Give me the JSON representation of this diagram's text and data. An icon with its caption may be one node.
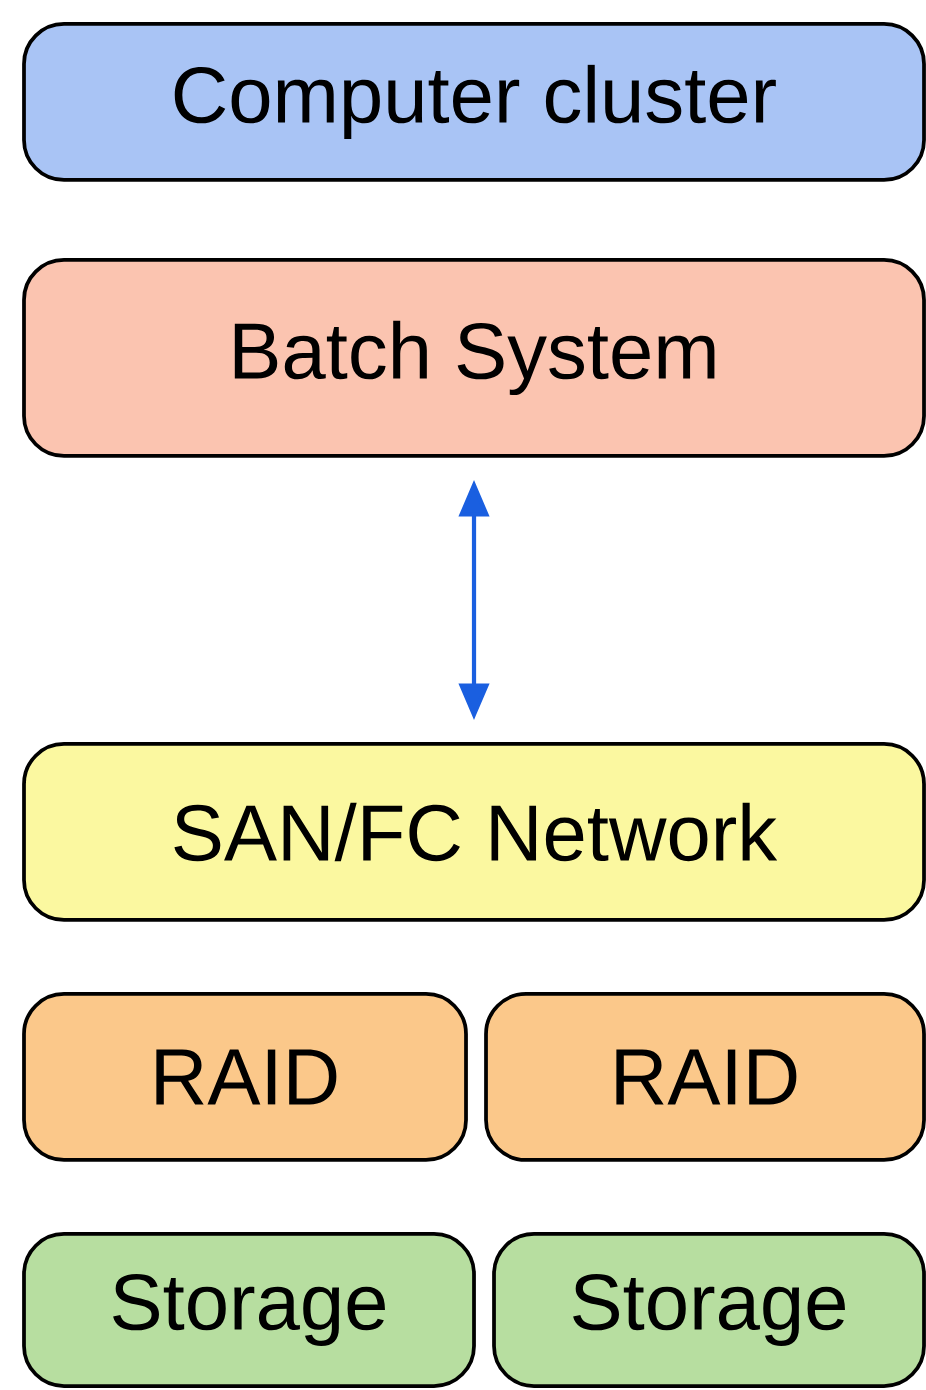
{
  "diagram": {
    "nodes": [
      {
        "text": [
          "Computer cluster"
        ]
      },
      {
        "text": [
          "Batch System"
        ]
      },
      {
        "text": [
          "SAN/FC Network"
        ]
      },
      {
        "text": [
          "RAID"
        ]
      },
      {
        "text": [
          "RAID"
        ]
      },
      {
        "text": [
          "Storage"
        ]
      },
      {
        "text": [
          "Storage"
        ]
      }
    ],
    "edges": [
      {
        "from": 1,
        "to": 2,
        "arrow": "both",
        "color": "#1a5fe0"
      }
    ]
  }
}
